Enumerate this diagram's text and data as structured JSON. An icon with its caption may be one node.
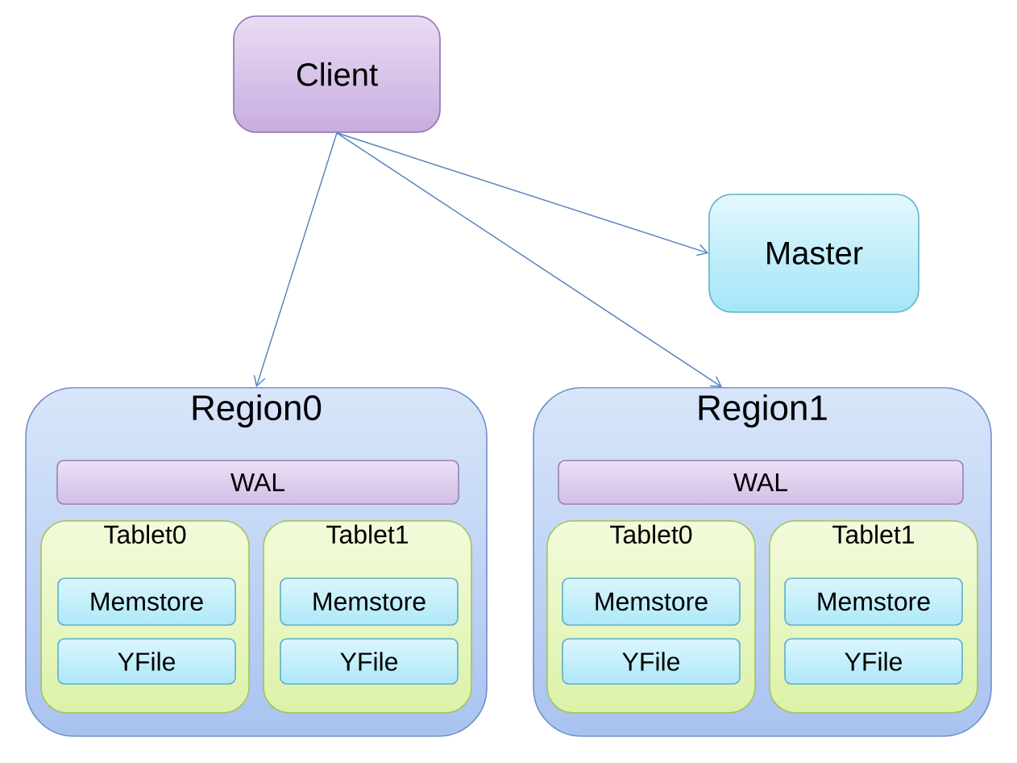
{
  "diagram": {
    "nodes": [
      {
        "text": [
          "Client"
        ]
      },
      {
        "text": [
          "Master"
        ]
      },
      {
        "text": [
          "Region0"
        ]
      },
      {
        "text": [
          "WAL"
        ],
        "in": 2
      },
      {
        "text": [
          "Tablet0"
        ],
        "in": 2
      },
      {
        "text": [
          "Memstore"
        ],
        "in": 4
      },
      {
        "text": [
          "YFile"
        ],
        "in": 4
      },
      {
        "text": [
          "Tablet1"
        ],
        "in": 2
      },
      {
        "text": [
          "Memstore"
        ],
        "in": 7
      },
      {
        "text": [
          "YFile"
        ],
        "in": 7
      },
      {
        "text": [
          "Region1"
        ]
      },
      {
        "text": [
          "WAL"
        ],
        "in": 10
      },
      {
        "text": [
          "Tablet0"
        ],
        "in": 10
      },
      {
        "text": [
          "Memstore"
        ],
        "in": 12
      },
      {
        "text": [
          "YFile"
        ],
        "in": 12
      },
      {
        "text": [
          "Tablet1"
        ],
        "in": 10
      },
      {
        "text": [
          "Memstore"
        ],
        "in": 15
      },
      {
        "text": [
          "YFile"
        ],
        "in": 15
      }
    ],
    "edges": [
      {
        "from": 0,
        "to": 2,
        "arrow": "to"
      },
      {
        "from": 0,
        "to": 10,
        "arrow": "to"
      },
      {
        "from": 0,
        "to": 1,
        "arrow": "to"
      }
    ]
  }
}
